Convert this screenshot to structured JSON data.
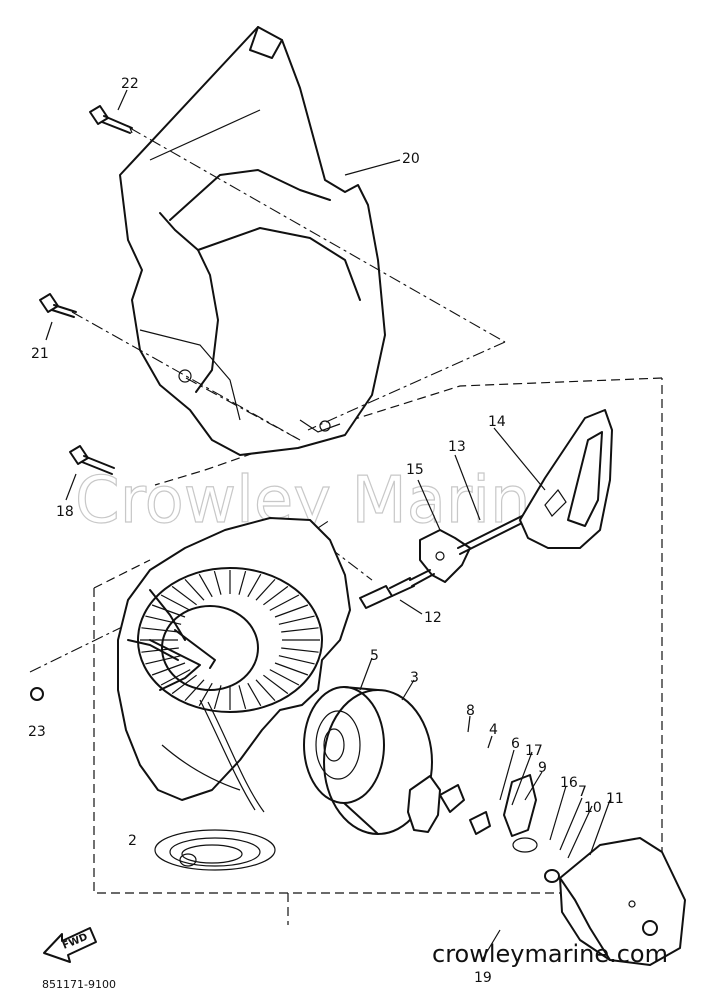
{
  "watermark": "Crowley Marine",
  "site_label": "crowleymarine.com",
  "drawing_code": "851171-9100",
  "fwd_label": "FWD",
  "callouts": {
    "c2": "2",
    "c3": "3",
    "c4": "4",
    "c5": "5",
    "c6": "6",
    "c7": "7",
    "c8": "8",
    "c9": "9",
    "c10": "10",
    "c11": "11",
    "c12": "12",
    "c13": "13",
    "c14": "14",
    "c15": "15",
    "c16": "16",
    "c17": "17",
    "c18": "18",
    "c19": "19",
    "c20": "20",
    "c21": "21",
    "c22": "22",
    "c23": "23"
  }
}
